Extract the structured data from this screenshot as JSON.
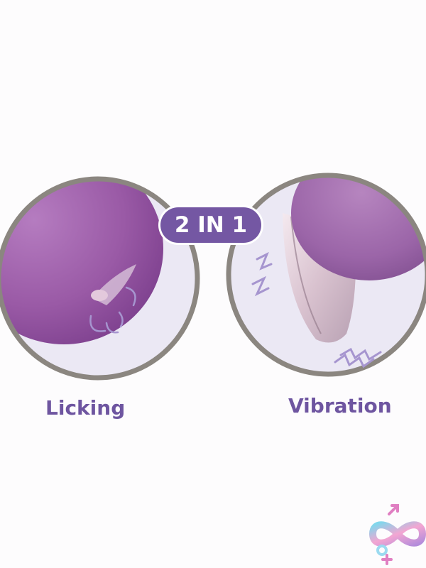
{
  "badge": {
    "text": "2 IN 1"
  },
  "left_panel": {
    "caption": "Licking"
  },
  "right_panel": {
    "caption": "Vibration"
  },
  "colors": {
    "background": "#fdfcfd",
    "ring": "#8b8680",
    "circle_fill": "#ebe8f4",
    "product_purple": "#9a5aa6",
    "badge": "#7457a3",
    "caption": "#6e55a0",
    "motion_lines": "#a695cf"
  },
  "icons": [
    "licking-motion-icon",
    "vibration-wave-icon",
    "gender-infinity-logo-icon"
  ]
}
